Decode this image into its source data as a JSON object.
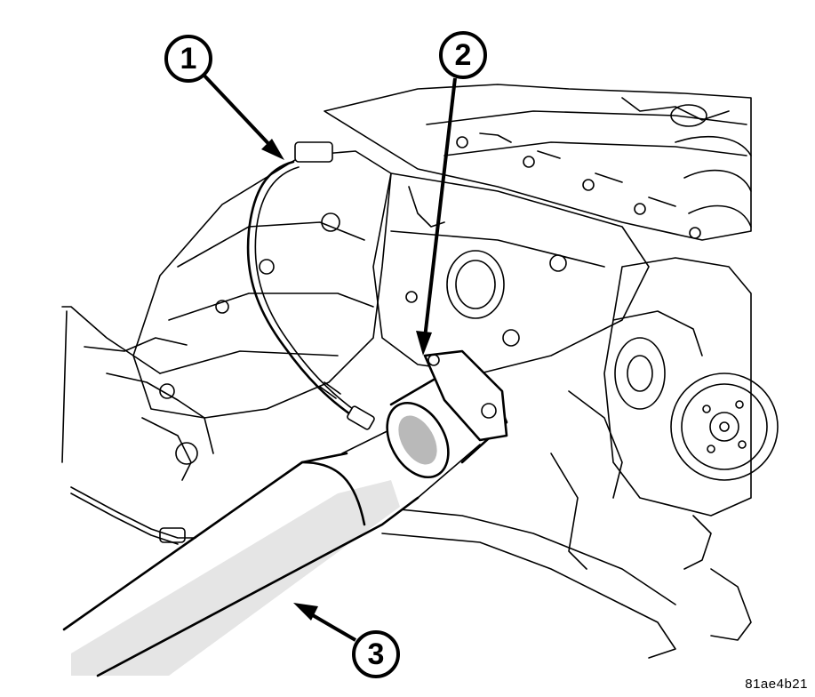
{
  "figure": {
    "id_label": "81ae4b21"
  },
  "callouts": [
    {
      "label": "1"
    },
    {
      "label": "2"
    },
    {
      "label": "3"
    }
  ]
}
